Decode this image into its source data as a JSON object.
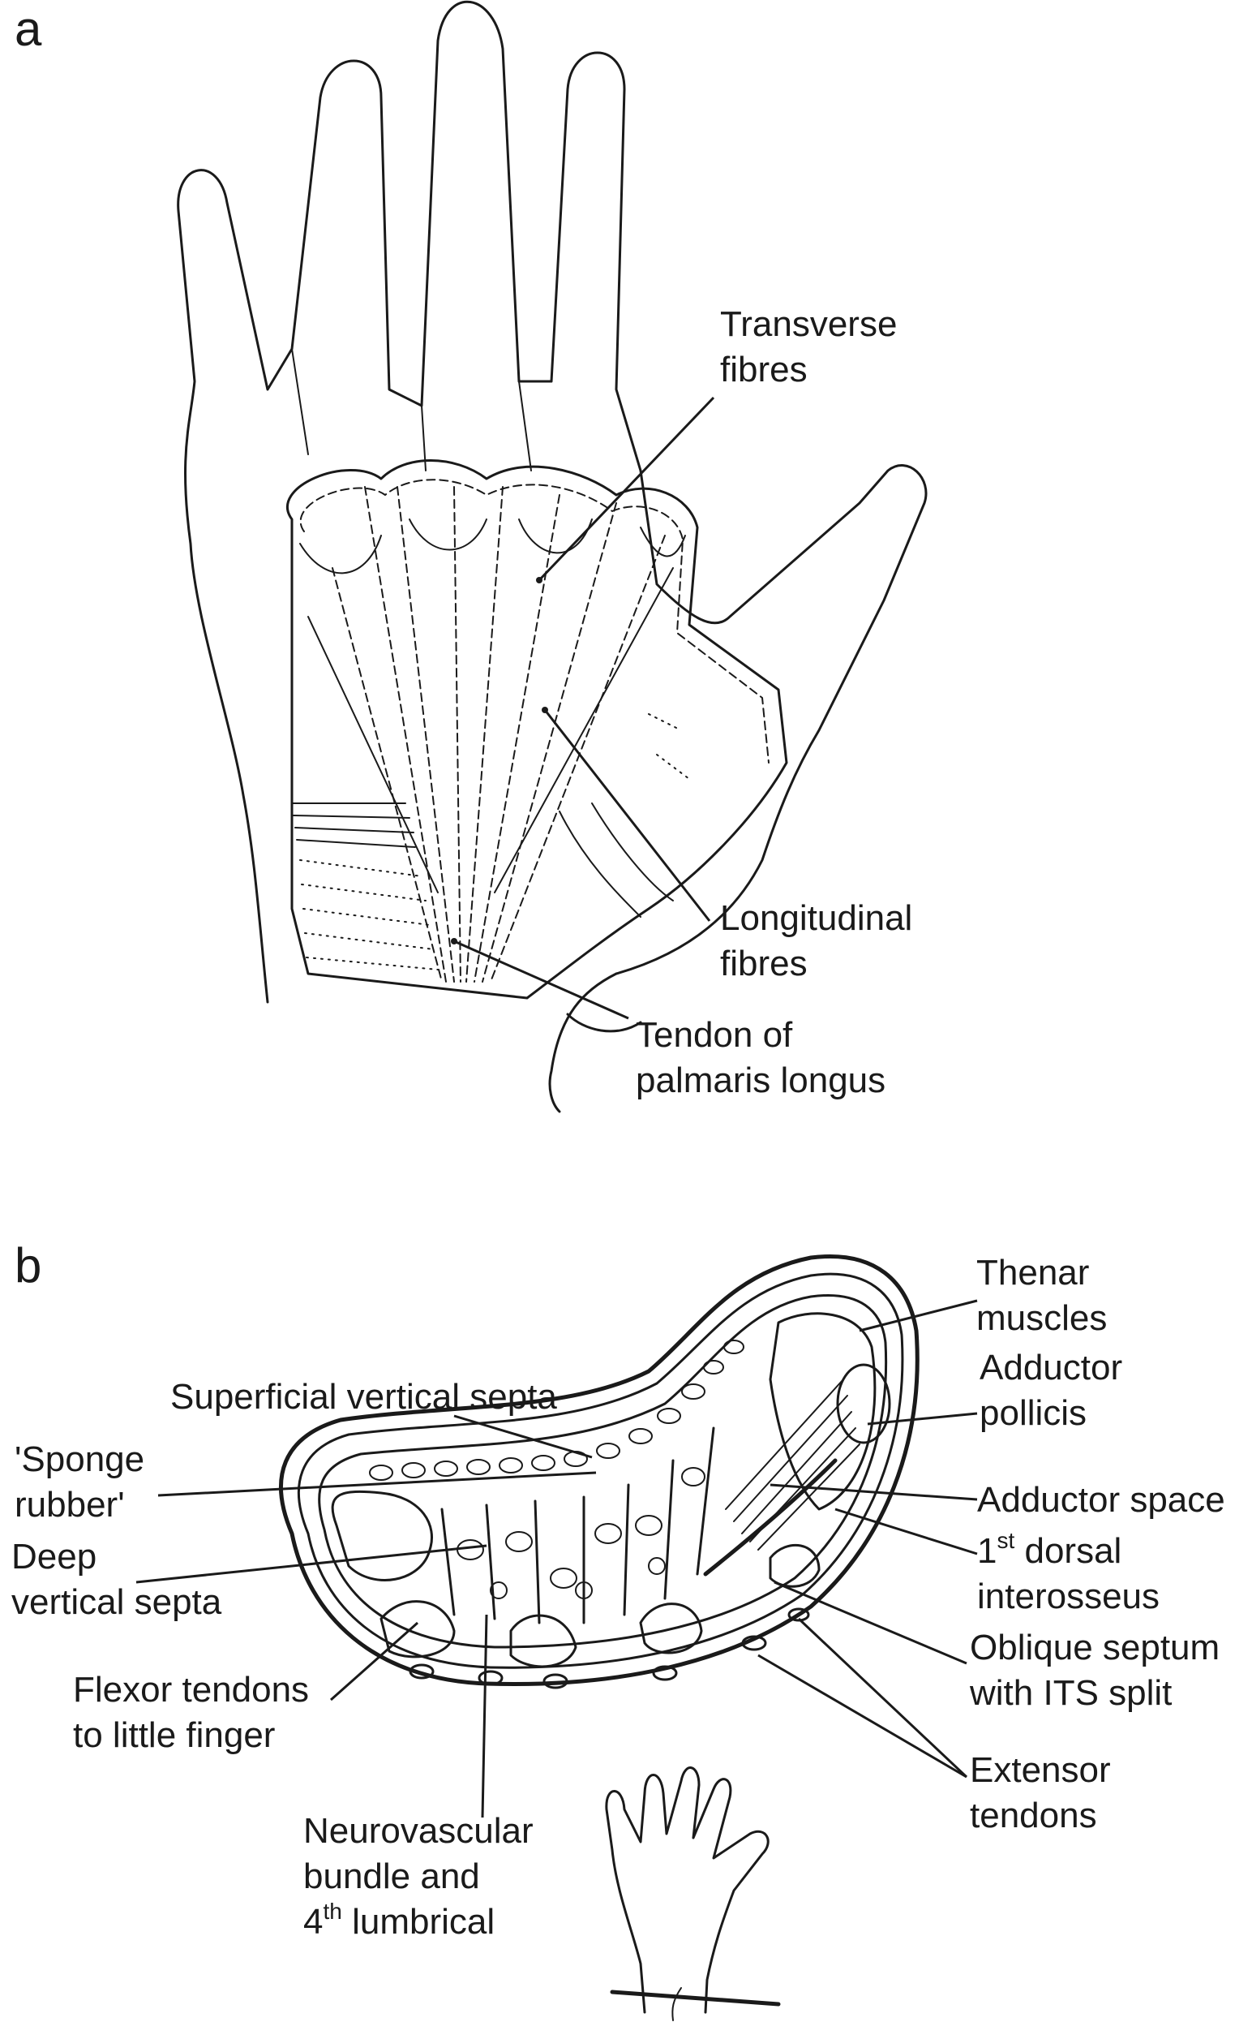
{
  "panels": {
    "a": {
      "letter": "a",
      "labels": {
        "transverse_1": "Transverse",
        "transverse_2": "fibres",
        "longitudinal_1": "Longitudinal",
        "longitudinal_2": "fibres",
        "tendon_1": "Tendon of",
        "tendon_2": "palmaris longus"
      }
    },
    "b": {
      "letter": "b",
      "labels": {
        "thenar_1": "Thenar",
        "thenar_2": "muscles",
        "adductor_1": "Adductor",
        "adductor_2": "pollicis",
        "superficial": "Superficial vertical septa",
        "sponge_1": "'Sponge",
        "sponge_2": "rubber'",
        "adductor_space": "Adductor space",
        "dorsal_sup": "st",
        "dorsal_main": " dorsal",
        "dorsal_num": "1",
        "dorsal_2": "interosseus",
        "deep_1": "Deep",
        "deep_2": "vertical septa",
        "oblique_1": "Oblique septum",
        "oblique_2": "with ITS split",
        "flexor_1": "Flexor tendons",
        "flexor_2": "to little finger",
        "extensor_1": "Extensor",
        "extensor_2": "tendons",
        "nv_1": "Neurovascular",
        "nv_2": "bundle and",
        "nv_3_num": "4",
        "nv_3_sup": "th",
        "nv_3_main": " lumbrical"
      }
    }
  }
}
